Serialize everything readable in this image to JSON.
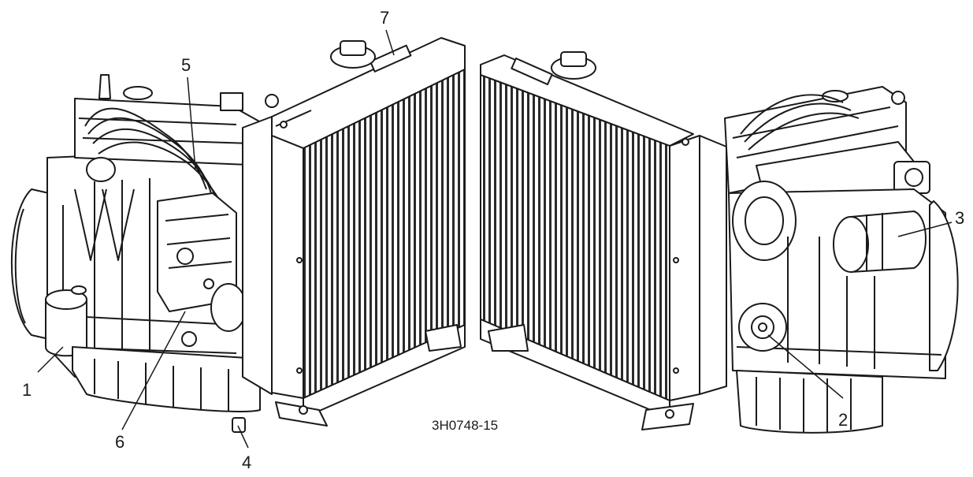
{
  "figure": {
    "id_label": "3H0748-15",
    "callouts": [
      {
        "number": "1",
        "target": "oil filter"
      },
      {
        "number": "2",
        "target": "crankshaft pulley"
      },
      {
        "number": "3",
        "target": "starter motor"
      },
      {
        "number": "4",
        "target": "oil drain plug"
      },
      {
        "number": "5",
        "target": "fuel injection pipes"
      },
      {
        "number": "6",
        "target": "fuel injection pump"
      },
      {
        "number": "7",
        "target": "radiator"
      }
    ]
  },
  "colors": {
    "line": "#1a1a1a",
    "fill": "#ffffff",
    "shade": "#8a8a8a",
    "fin": "#2a2a2a"
  }
}
